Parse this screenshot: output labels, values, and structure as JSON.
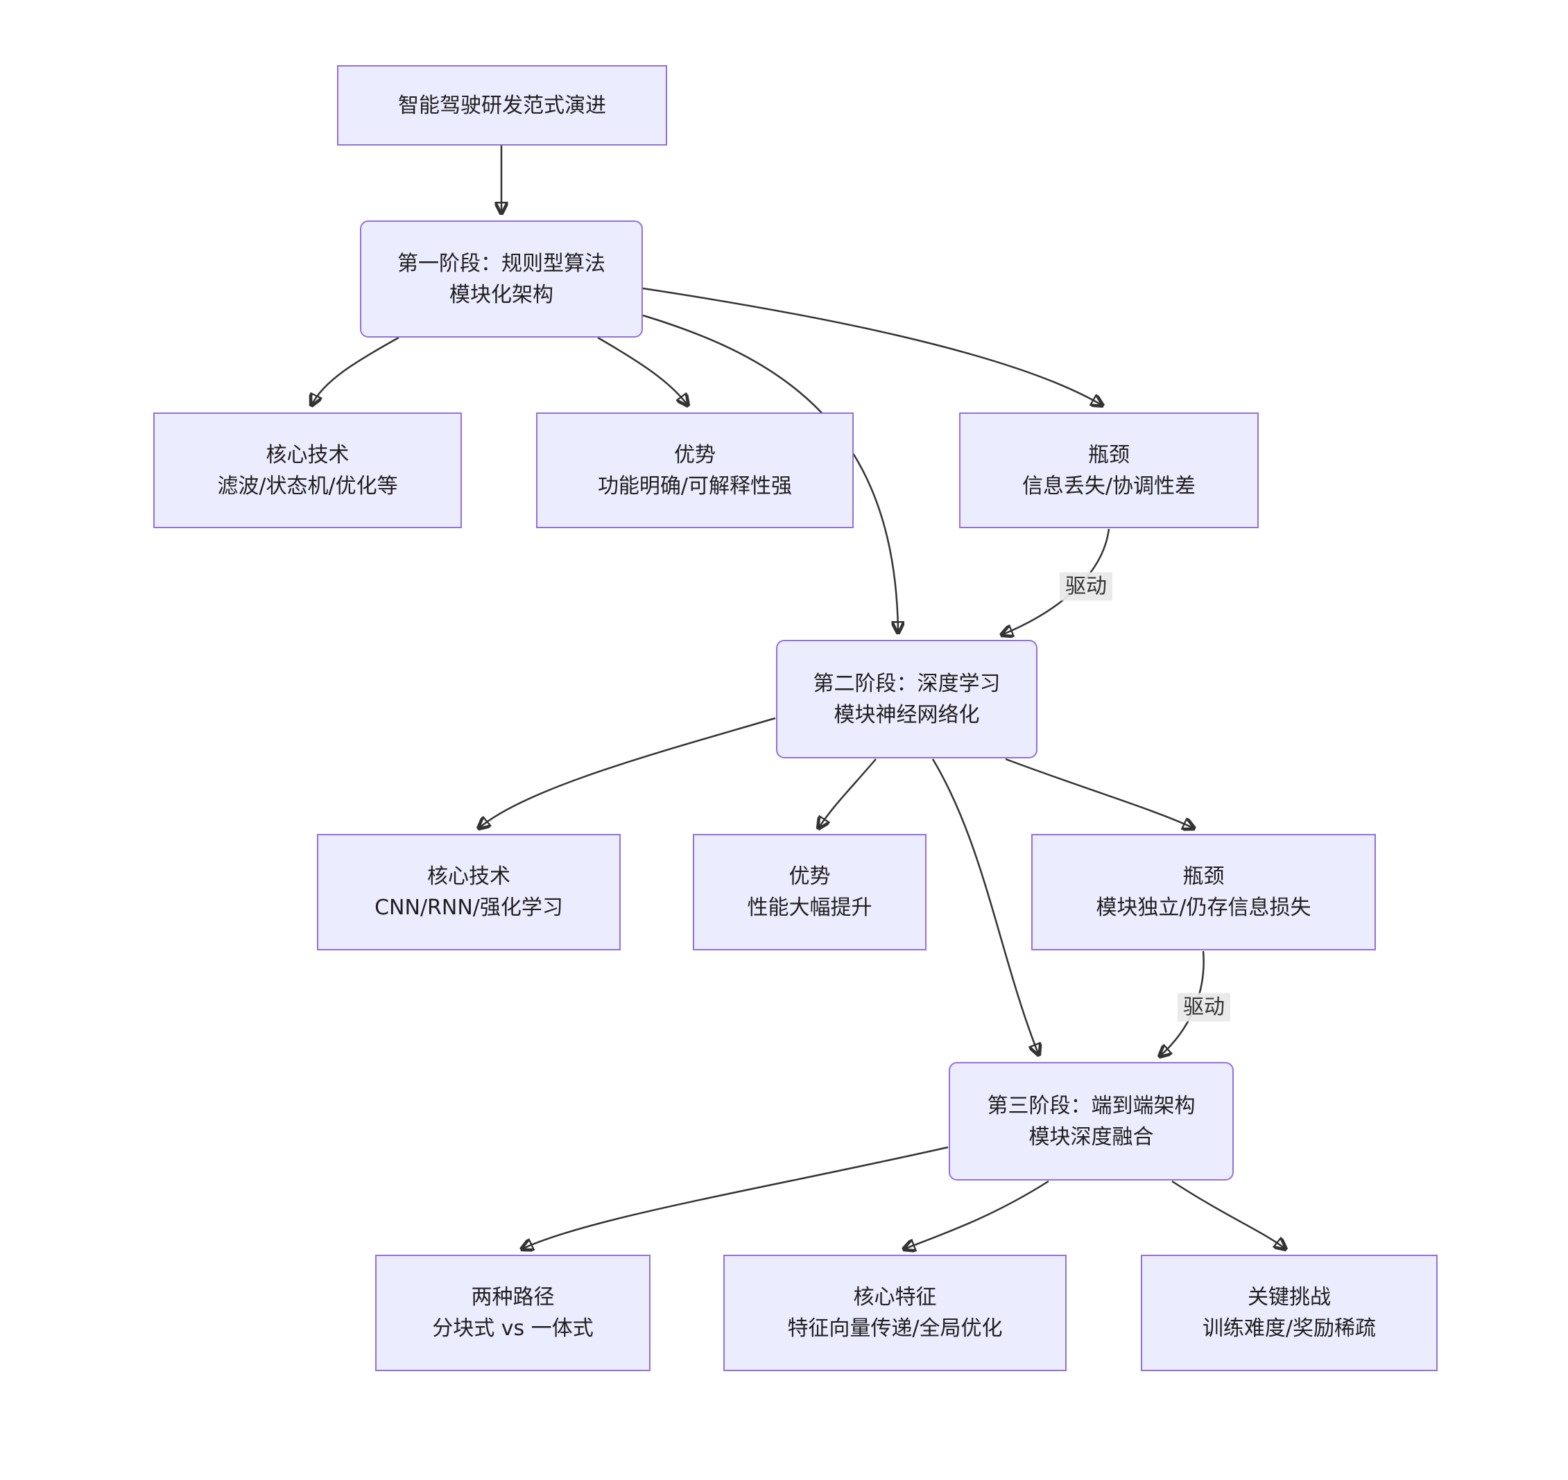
{
  "diagram": {
    "type": "flowchart",
    "colors": {
      "node_fill": "#ECECFF",
      "node_border": "#9370DB",
      "edge": "#333333",
      "edge_label_bg": "#e8e8e8",
      "text": "#1f1f1f"
    },
    "nodes": {
      "root": {
        "line1": "智能驾驶研发范式演进",
        "line2": ""
      },
      "stage1": {
        "line1": "第一阶段：规则型算法",
        "line2": "模块化架构"
      },
      "s1_core": {
        "line1": "核心技术",
        "line2": "滤波/状态机/优化等"
      },
      "s1_adv": {
        "line1": "优势",
        "line2": "功能明确/可解释性强"
      },
      "s1_bottleneck": {
        "line1": "瓶颈",
        "line2": "信息丢失/协调性差"
      },
      "stage2": {
        "line1": "第二阶段：深度学习",
        "line2": "模块神经网络化"
      },
      "s2_core": {
        "line1": "核心技术",
        "line2": "CNN/RNN/强化学习"
      },
      "s2_adv": {
        "line1": "优势",
        "line2": "性能大幅提升"
      },
      "s2_bottleneck": {
        "line1": "瓶颈",
        "line2": "模块独立/仍存信息损失"
      },
      "stage3": {
        "line1": "第三阶段：端到端架构",
        "line2": "模块深度融合"
      },
      "s3_paths": {
        "line1": "两种路径",
        "line2": "分块式 vs 一体式"
      },
      "s3_features": {
        "line1": "核心特征",
        "line2": "特征向量传递/全局优化"
      },
      "s3_challenges": {
        "line1": "关键挑战",
        "line2": "训练难度/奖励稀疏"
      }
    },
    "edge_labels": {
      "drive1": "驱动",
      "drive2": "驱动"
    },
    "edges": [
      {
        "from": "root",
        "to": "stage1",
        "label": ""
      },
      {
        "from": "stage1",
        "to": "s1_core",
        "label": ""
      },
      {
        "from": "stage1",
        "to": "s1_adv",
        "label": ""
      },
      {
        "from": "stage1",
        "to": "s1_bottleneck",
        "label": ""
      },
      {
        "from": "stage1",
        "to": "stage2",
        "label": ""
      },
      {
        "from": "s1_bottleneck",
        "to": "stage2",
        "label": "驱动"
      },
      {
        "from": "stage2",
        "to": "s2_core",
        "label": ""
      },
      {
        "from": "stage2",
        "to": "s2_adv",
        "label": ""
      },
      {
        "from": "stage2",
        "to": "s2_bottleneck",
        "label": ""
      },
      {
        "from": "stage2",
        "to": "stage3",
        "label": ""
      },
      {
        "from": "s2_bottleneck",
        "to": "stage3",
        "label": "驱动"
      },
      {
        "from": "stage3",
        "to": "s3_paths",
        "label": ""
      },
      {
        "from": "stage3",
        "to": "s3_features",
        "label": ""
      },
      {
        "from": "stage3",
        "to": "s3_challenges",
        "label": ""
      }
    ]
  }
}
